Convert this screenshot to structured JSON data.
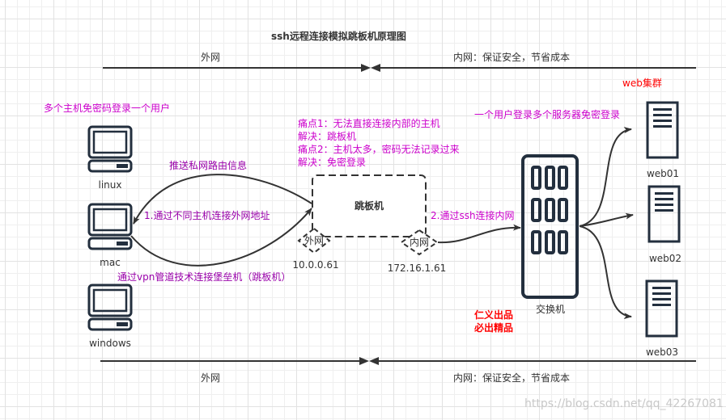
{
  "title": "ssh远程连接模拟跳板机原理图",
  "zones": {
    "top": {
      "outer_label": "外网",
      "inner_label": "内网：保证安全，节省成本"
    },
    "bottom": {
      "outer_label": "外网",
      "inner_label": "内网：保证安全，节省成本"
    }
  },
  "annotations": {
    "multi_host": "多个主机免密码登录一个用户",
    "push_route": "推送私网路由信息",
    "step1": "1.通过不同主机连接外网地址",
    "vpn": "通过vpn管道技术连接堡垒机（跳板机）",
    "pain_points": "痛点1：无法直接连接内部的主机\n解决：跳板机\n痛点2：主机太多，密码无法记录过来\n解决：免密登录",
    "step2": "2.通过ssh连接内网",
    "web_cluster": "web集群",
    "one_user_multi_server": "一个用户登录多个服务器免密登录",
    "slogan": "仁义出品\n必出精品"
  },
  "clients": [
    {
      "name": "linux"
    },
    {
      "name": "mac"
    },
    {
      "name": "windows"
    }
  ],
  "jump_host": {
    "label": "跳板机",
    "outer_port": {
      "label": "外网",
      "ip": "10.0.0.61"
    },
    "inner_port": {
      "label": "内网",
      "ip": "172.16.1.61"
    }
  },
  "switch": {
    "label": "交换机"
  },
  "servers": [
    {
      "name": "web01"
    },
    {
      "name": "web02"
    },
    {
      "name": "web03"
    }
  ],
  "watermark": "https://blog.csdn.net/qq_42267081",
  "colors": {
    "icon": "#232f3e",
    "line": "#333333",
    "magenta": "#cc00cc",
    "purple": "#9900aa",
    "red": "#ff0000"
  }
}
